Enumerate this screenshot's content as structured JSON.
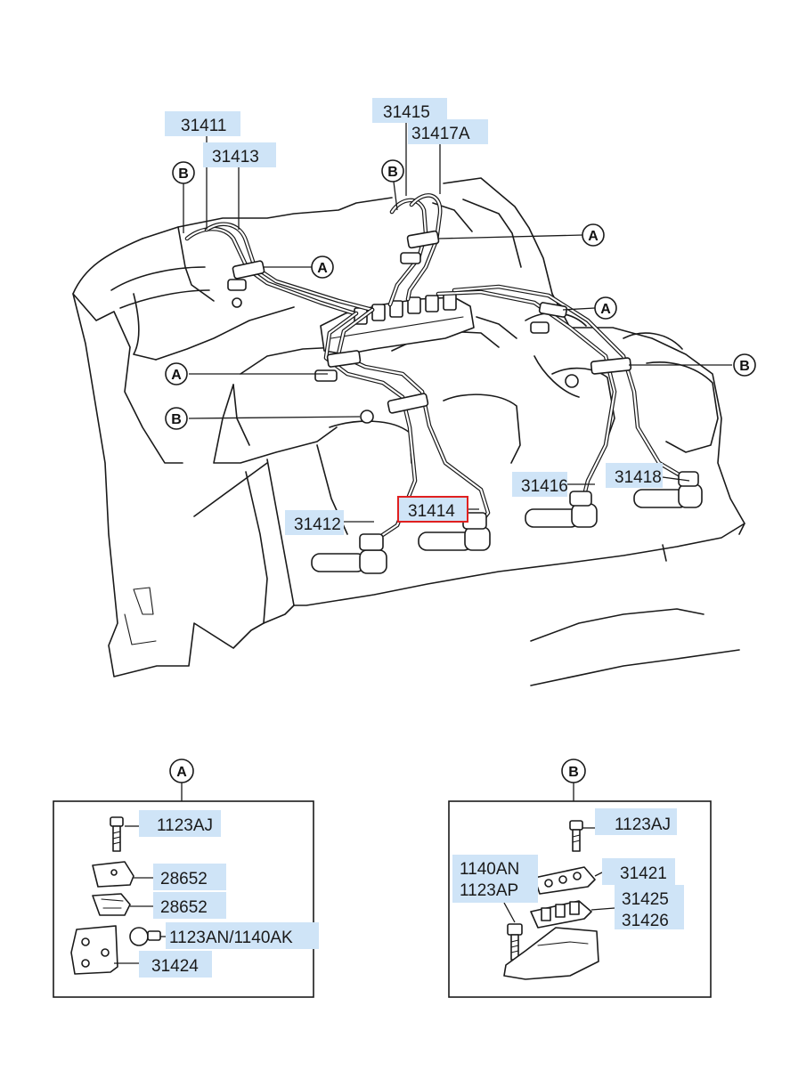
{
  "diagram": {
    "main_labels": {
      "p31411": "31411",
      "p31413": "31413",
      "p31415": "31415",
      "p31417A": "31417A",
      "p31412": "31412",
      "p31414": "31414",
      "p31416": "31416",
      "p31418": "31418"
    },
    "highlighted_part": "31414",
    "circle_letters": {
      "a": "A",
      "b": "B"
    },
    "detail_a": {
      "letter": "A",
      "labels": [
        "1123AJ",
        "28652",
        "28652",
        "1123AN/1140AK",
        "31424"
      ]
    },
    "detail_b": {
      "letter": "B",
      "labels": [
        "1123AJ",
        "31421",
        "31425",
        "31426",
        "1140AN",
        "1123AP"
      ]
    },
    "colors": {
      "callout_background": "#cfe4f7",
      "highlight_border": "#e02020",
      "line_ink": "#1a1a1a"
    }
  }
}
